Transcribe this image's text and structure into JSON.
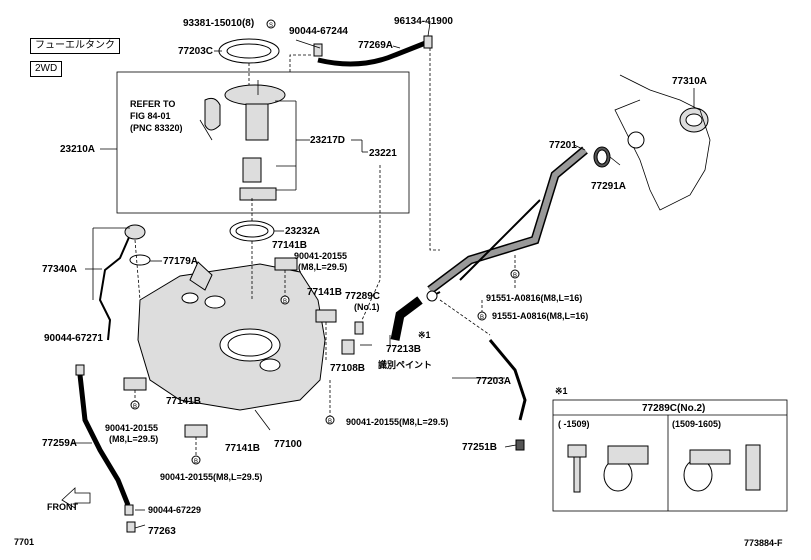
{
  "header": {
    "title_box": "フューエルタンク",
    "drive_box": "2WD"
  },
  "footer": {
    "left": "7701",
    "right": "773884-F"
  },
  "callouts": {
    "p93381": "93381-15010(8)",
    "p77203C": "77203C",
    "p90044_67244": "90044-67244",
    "p77269A": "77269A",
    "p96134": "96134-41900",
    "p77310A": "77310A",
    "refer1": "REFER TO",
    "refer2": "FIG 84-01",
    "refer3": "(PNC 83320)",
    "p23210A": "23210A",
    "p23217D": "23217D",
    "p23221": "23221",
    "p77201": "77201",
    "p77291A": "77291A",
    "p23232A": "23232A",
    "p77141B_a": "77141B",
    "p90041_a": "90041-20155",
    "p90041_a2": "(M8,L=29.5)",
    "p77340A": "77340A",
    "p77179A": "77179A",
    "p77141B_b": "77141B",
    "p77289C": "77289C",
    "p77289C_no": "(No.1)",
    "p91551_a": "91551-A0816(M8,L=16)",
    "p91551_b": "91551-A0816(M8,L=16)",
    "x1": "※1",
    "p90044_67271": "90044-67271",
    "p77213B": "77213B",
    "p_shikibetsu": "識別ペイント",
    "p77108B": "77108B",
    "p77203A": "77203A",
    "p77141B_c": "77141B",
    "p90041_b": "90041-20155",
    "p90041_b2": "(M8,L=29.5)",
    "p90041_c": "90041-20155(M8,L=29.5)",
    "p77259A": "77259A",
    "p77100": "77100",
    "p77141B_d": "77141B",
    "p90041_d": "90041-20155(M8,L=29.5)",
    "p77251B": "77251B",
    "front": "FRONT",
    "p90044_67229": "90044-67229",
    "p77263": "77263"
  },
  "inset": {
    "note_mark": "※1",
    "title": "77289C(No.2)",
    "col1": "(      -1509)",
    "col2": "(1509-1605)"
  },
  "colors": {
    "line": "#000000",
    "part_fill": "#dddddd",
    "dark_fill": "#555555"
  }
}
